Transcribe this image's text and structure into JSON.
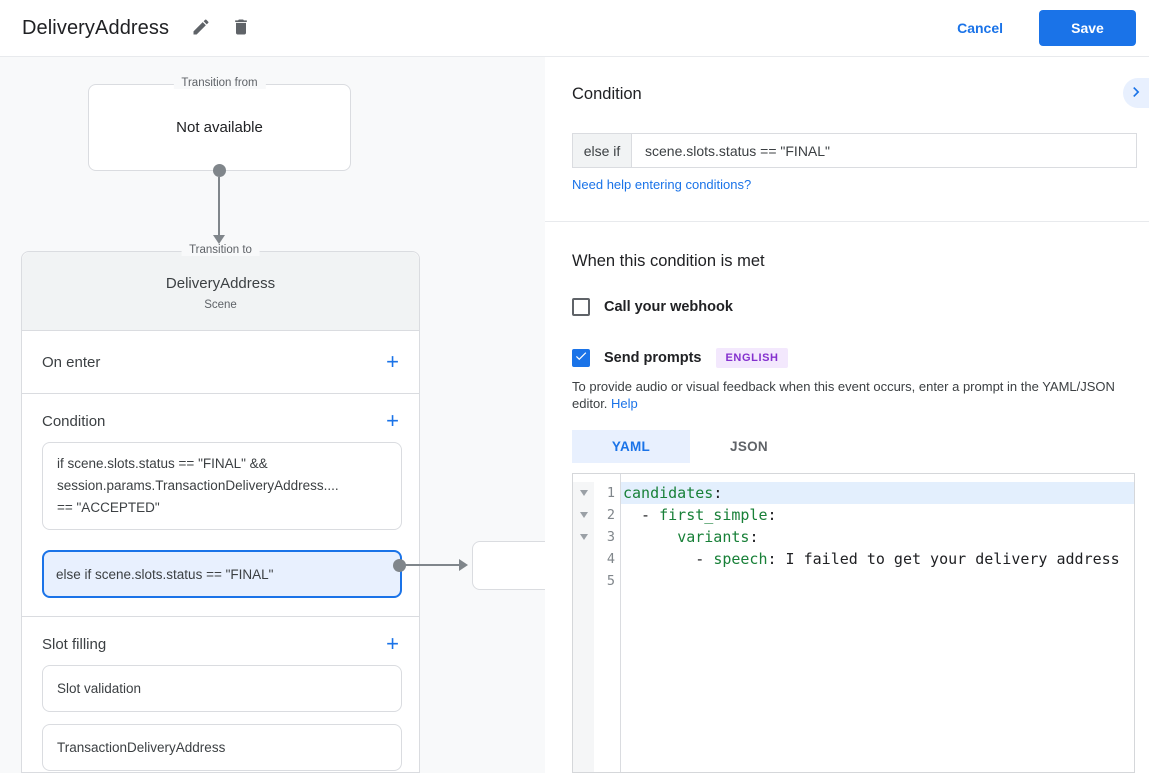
{
  "header": {
    "title": "DeliveryAddress",
    "cancel_label": "Cancel",
    "save_label": "Save"
  },
  "ui": {
    "add_icon": "+"
  },
  "colors": {
    "accent_blue": "#1a73e8",
    "selected_card_bg": "#e8f0fe",
    "code_key_green": "#188038",
    "badge_purple": "#8430ce"
  },
  "diagram": {
    "transition_from": {
      "legend": "Transition from",
      "content": "Not available"
    },
    "transition_to": {
      "legend": "Transition to",
      "scene_name": "DeliveryAddress",
      "scene_type": "Scene",
      "on_enter_label": "On enter",
      "condition_label": "Condition",
      "condition_cards": [
        {
          "lines": [
            "if scene.slots.status == \"FINAL\" &&",
            "session.params.TransactionDeliveryAddress....",
            "== \"ACCEPTED\""
          ]
        },
        {
          "lines": [
            "else if scene.slots.status == \"FINAL\""
          ],
          "selected": true
        }
      ],
      "slot_filling_label": "Slot filling",
      "slot_cards": [
        {
          "label": "Slot validation"
        },
        {
          "label": "TransactionDeliveryAddress"
        }
      ]
    }
  },
  "panel": {
    "heading": "Condition",
    "condition_prefix": "else if",
    "condition_value": "scene.slots.status == \"FINAL\"",
    "help_link": "Need help entering conditions?",
    "met_heading": "When this condition is met",
    "webhook": {
      "label": "Call your webhook",
      "checked": false
    },
    "prompts": {
      "label": "Send prompts",
      "checked": true,
      "badge": "ENGLISH"
    },
    "description": "To provide audio or visual feedback when this event occurs, enter a prompt in the YAML/JSON editor. ",
    "description_help": "Help",
    "tabs": [
      {
        "label": "YAML",
        "active": true
      },
      {
        "label": "JSON",
        "active": false
      }
    ],
    "editor": {
      "lines": [
        {
          "num": "1",
          "pre": "",
          "key": "candidates",
          "post": ":"
        },
        {
          "num": "2",
          "pre": "  - ",
          "key": "first_simple",
          "post": ":"
        },
        {
          "num": "3",
          "pre": "      ",
          "key": "variants",
          "post": ":"
        },
        {
          "num": "4",
          "pre": "        - ",
          "key": "speech",
          "post": ": I failed to get your delivery address"
        },
        {
          "num": "5",
          "pre": "",
          "key": "",
          "post": ""
        }
      ]
    }
  }
}
